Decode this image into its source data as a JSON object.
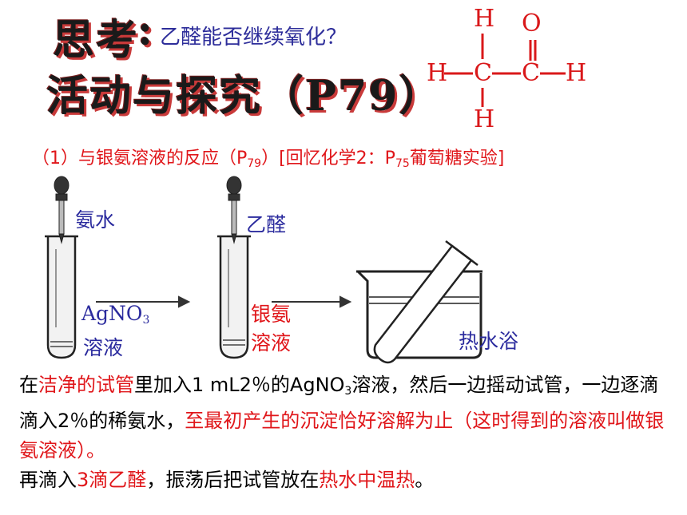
{
  "header": {
    "think": "思考",
    "colon": ":",
    "question": "乙醛能否继续氧化？",
    "activity": "活动与探究（P79）"
  },
  "formula": {
    "h_top_left": "H",
    "o_top": "O",
    "h_left": "H",
    "c1": "C",
    "c2": "C",
    "h_right": "H",
    "h_bottom": "H"
  },
  "step1": {
    "prefix": "（1）与银氨溶液的反应（P",
    "sub1": "79",
    "mid": "）[回忆化学2：P",
    "sub2": "75",
    "suffix": "葡萄糖实验]"
  },
  "diagram": {
    "ammonia": "氨水",
    "acetaldehyde": "乙醛",
    "agno3_main": "AgNO",
    "agno3_sub": "3",
    "solution": "溶液",
    "silver_ammonia_1": "银氨",
    "silver_ammonia_2": "溶液",
    "hot_water": "热水浴"
  },
  "procedure": {
    "p1": "在",
    "p2": "洁净的试管",
    "p3": "里加入1 mL2％的AgNO",
    "p3sub": "3",
    "p4": "溶液，然后一边摇动试管，一边逐滴滴入2％的稀氨水，",
    "p5": "至最初产生的沉淀恰好溶解为止（这时得到的溶液叫做银氨溶液）。",
    "p6": "再滴入",
    "p7": "3滴乙醛",
    "p8": "，振荡后把试管放在",
    "p9": "热水中温热",
    "p10": "。"
  }
}
